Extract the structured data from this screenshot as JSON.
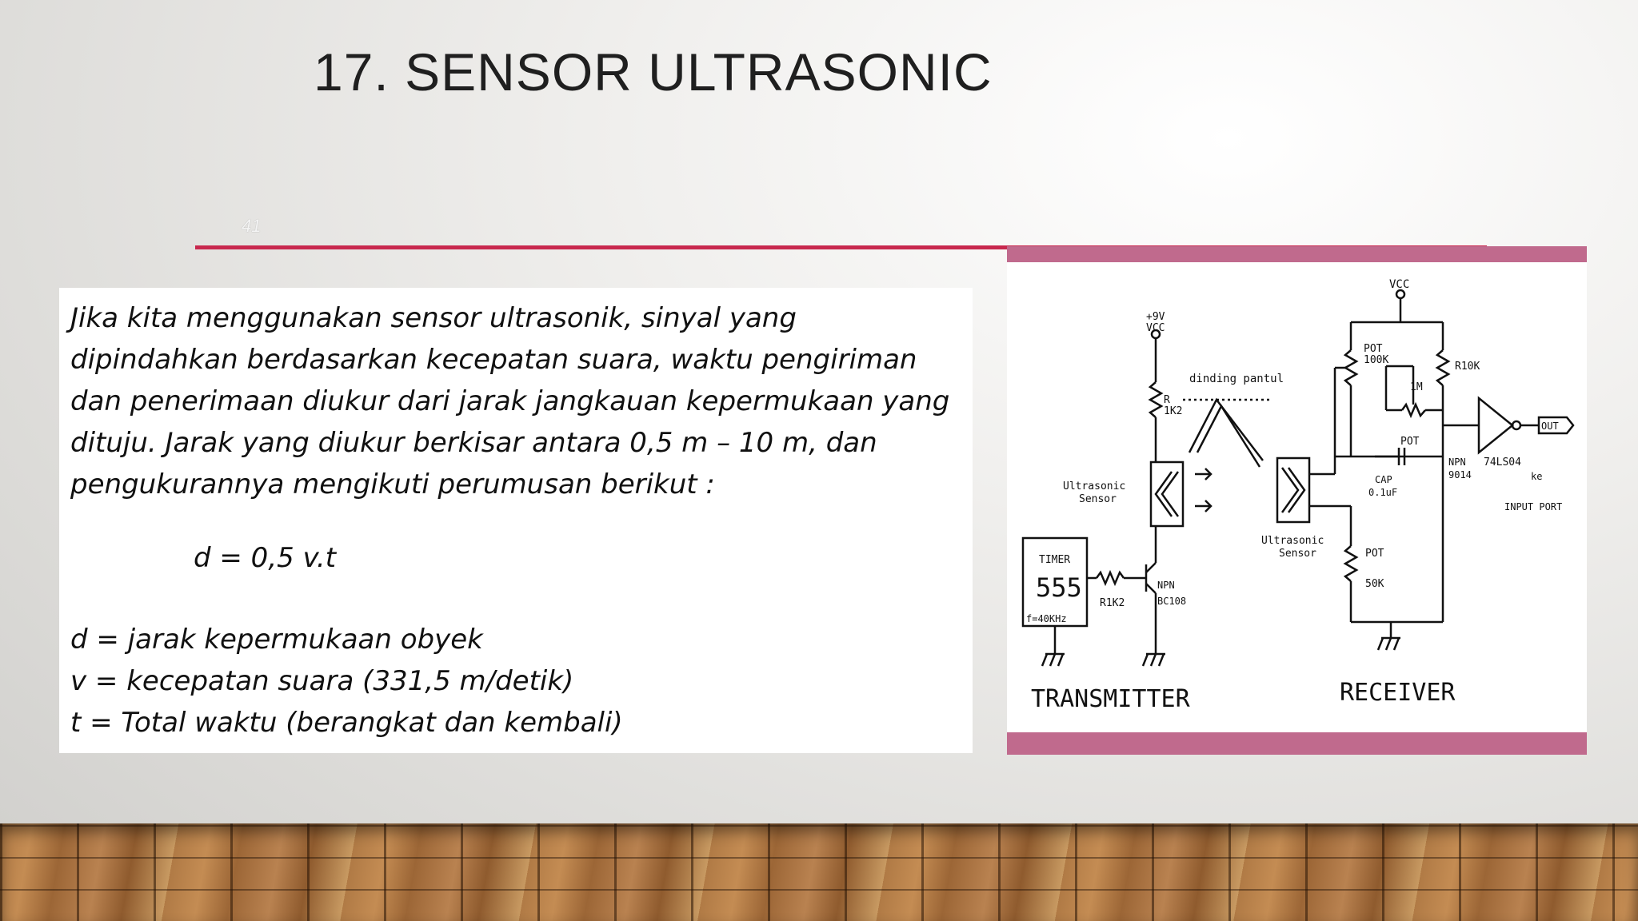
{
  "slide": {
    "title": "17. SENSOR ULTRASONIC",
    "page_number": "41",
    "accent_color": "#c8284e",
    "frame_color": "#c06a8d"
  },
  "text": {
    "paragraph_lines": [
      "Jika kita menggunakan sensor ultrasonik,  sinyal yang",
      "dipindahkan berdasarkan kecepatan suara, waktu pengiriman",
      "dan penerimaan diukur dari jarak jangkauan kepermukaan yang",
      "dituju. Jarak yang diukur berkisar antara 0,5 m – 10 m, dan",
      "pengukurannya mengikuti perumusan berikut :"
    ],
    "formula": "d = 0,5 v.t",
    "definitions": [
      "d = jarak kepermukaan obyek",
      "v = kecepatan suara (331,5 m/detik)",
      "t =  Total waktu (berangkat dan kembali)"
    ]
  },
  "diagram": {
    "labels": {
      "vcc_top": "VCC",
      "plus9v": "+9V",
      "vcc_tx": "VCC",
      "dinding": "dinding pantul",
      "r": "R",
      "r_val": "1K2",
      "us_tx_1": "Ultrasonic",
      "us_tx_2": "Sensor",
      "us_rx_1": "Ultrasonic",
      "us_rx_2": "Sensor",
      "timer": "TIMER",
      "timer_555": "555",
      "freq": "f=40KHz",
      "r1k2": "R1K2",
      "npn": "NPN",
      "bc108": "BC108",
      "pot1": "POT",
      "pot1_val": "100K",
      "one_m": "1M",
      "r10k": "R10K",
      "pot2": "POT",
      "npn2": "NPN",
      "npn2_val": "9014",
      "ic": "74LS04",
      "ke": "ke",
      "out": "OUT",
      "cap": "CAP",
      "cap_val": "0.1uF",
      "input_port": "INPUT PORT",
      "pot3": "POT",
      "pot3_val": "50K",
      "transmitter": "TRANSMITTER",
      "receiver": "RECEIVER"
    }
  }
}
